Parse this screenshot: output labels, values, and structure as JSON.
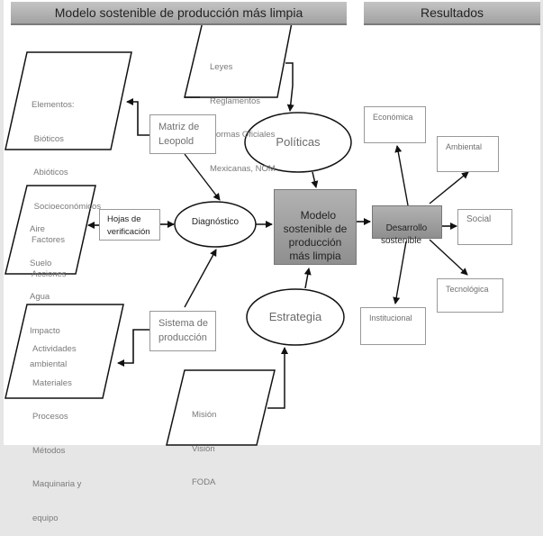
{
  "headers": {
    "left": "Modelo sostenible de producción más limpia",
    "right": "Resultados"
  },
  "inputs": {
    "elementos": [
      "Elementos:",
      " Bióticos",
      " Abióticos",
      " Socioeconómicos",
      "Factores",
      "Acciones"
    ],
    "aire": [
      "Aire",
      "Suelo",
      "Agua",
      "Impacto",
      "ambiental"
    ],
    "actividades": [
      "Actividades",
      "Materiales",
      "Procesos",
      "Métodos",
      "Maquinaria y",
      "equipo"
    ],
    "leyes": [
      "Leyes",
      "Reglamentos",
      "Normas Oficiales",
      "Mexicanas, NOM"
    ],
    "mision": [
      "Misión",
      "Visión",
      "FODA"
    ]
  },
  "tools": {
    "matriz": "Matriz de\nLeopold",
    "hojas": "Hojas de\nverificación",
    "sistema": "Sistema de\nproducción"
  },
  "ovals": {
    "diagnostico": "Diagnóstico",
    "politicas": "Políticas",
    "estrategia": "Estrategia"
  },
  "center": {
    "modelo": "Modelo\nsostenible de\nproducción\nmás limpia",
    "desarrollo": "Desarrollo\nsostenible"
  },
  "results": {
    "economica": "Económica",
    "ambiental": "Ambiental",
    "social": "Social",
    "tecnologica": "Tecnológica",
    "institucional": "Institucional"
  }
}
